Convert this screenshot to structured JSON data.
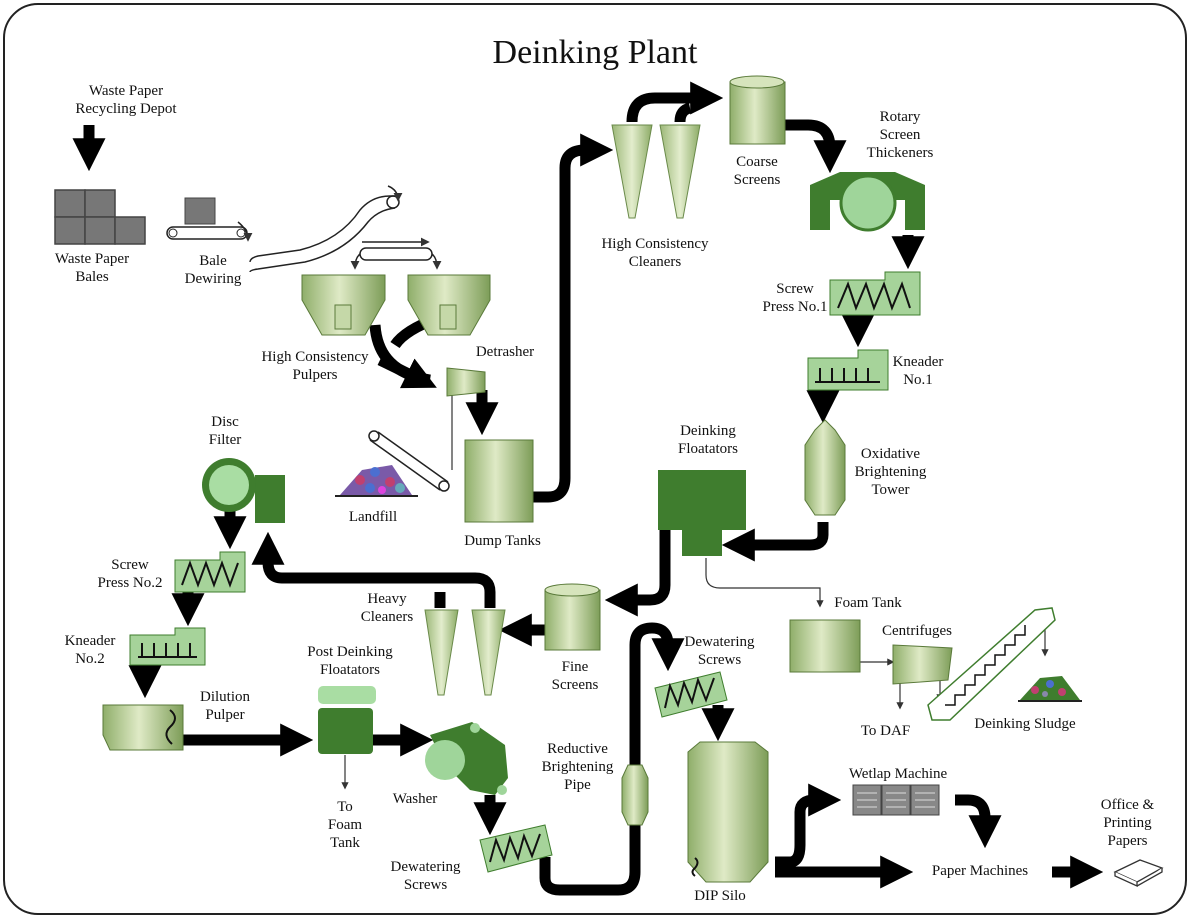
{
  "title": "Deinking Plant",
  "labels": {
    "waste_depot": "Waste Paper\nRecycling Depot",
    "waste_bales": "Waste Paper\nBales",
    "bale_dewiring": "Bale\nDewiring",
    "hc_pulpers": "High Consistency\nPulpers",
    "detrasher": "Detrasher",
    "landfill": "Landfill",
    "dump_tanks": "Dump Tanks",
    "hc_cleaners": "High Consistency\nCleaners",
    "coarse_screens": "Coarse\nScreens",
    "rotary_screen": "Rotary\nScreen\nThickeners",
    "screw_press_1": "Screw\nPress No.1",
    "kneader_1": "Kneader\nNo.1",
    "oxidative_tower": "Oxidative\nBrightening\nTower",
    "deinking_floatators": "Deinking\nFloatators",
    "disc_filter": "Disc\nFilter",
    "screw_press_2": "Screw\nPress No.2",
    "kneader_2": "Kneader\nNo.2",
    "heavy_cleaners": "Heavy\nCleaners",
    "fine_screens": "Fine\nScreens",
    "foam_tank": "Foam Tank",
    "centrifuges": "Centrifuges",
    "to_daf": "To DAF",
    "deinking_sludge": "Deinking Sludge",
    "dilution_pulper": "Dilution\nPulper",
    "post_floatators": "Post Deinking\nFloatators",
    "to_foam_tank": "To\nFoam\nTank",
    "washer": "Washer",
    "dewatering_screws_bottom": "Dewatering\nScrews",
    "reductive_pipe": "Reductive\nBrightening\nPipe",
    "dewatering_screws_top": "Dewatering\nScrews",
    "dip_silo": "DIP Silo",
    "wetlap_machine": "Wetlap Machine",
    "paper_machines": "Paper Machines",
    "office_papers": "Office &\nPrinting\nPapers"
  },
  "colors": {
    "light_green": "#b9cf98",
    "dark_green": "#3f7d2e",
    "mid_green": "#7ea35a",
    "pipe": "#000000"
  }
}
